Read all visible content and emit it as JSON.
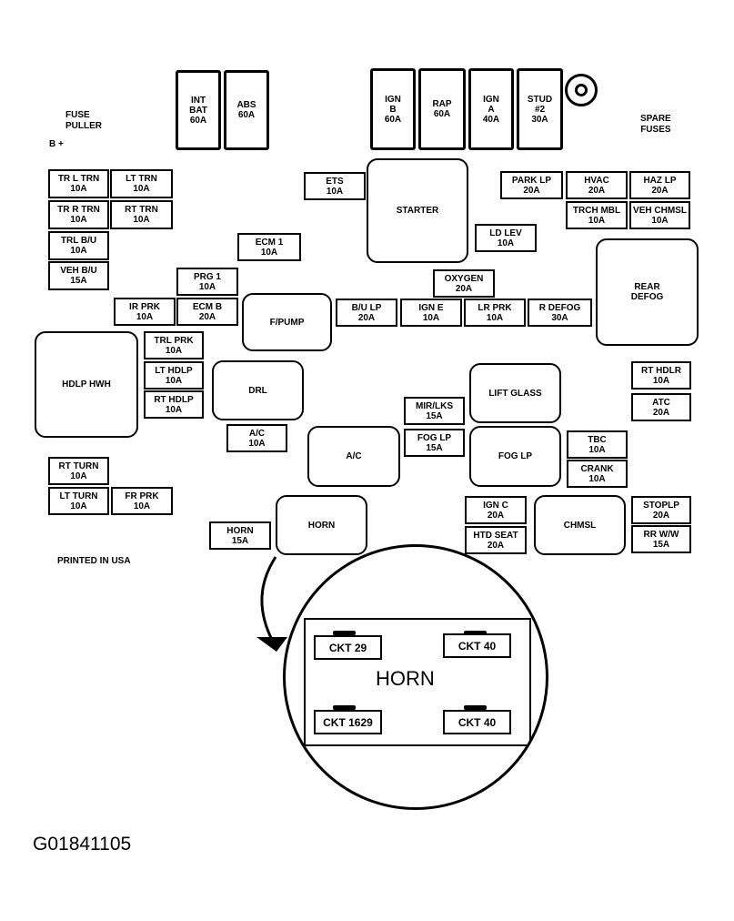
{
  "labels": {
    "fuse_puller": [
      "FUSE",
      "PULLER"
    ],
    "b_plus": "B +",
    "spare_fuses": [
      "SPARE",
      "FUSES"
    ],
    "printed": "PRINTED IN USA",
    "figure_id": "G01841105"
  },
  "maxi_left": [
    {
      "id": "int-bat",
      "lines": [
        "INT",
        "BAT",
        "60A"
      ]
    },
    {
      "id": "abs",
      "lines": [
        "ABS",
        "",
        "60A"
      ]
    }
  ],
  "maxi_right": [
    {
      "id": "ign-b",
      "lines": [
        "IGN",
        "B",
        "60A"
      ]
    },
    {
      "id": "rap",
      "lines": [
        "RAP",
        "",
        "60A"
      ]
    },
    {
      "id": "ign-a",
      "lines": [
        "IGN",
        "A",
        "40A"
      ]
    },
    {
      "id": "stud-2",
      "lines": [
        "STUD",
        "#2",
        "30A"
      ]
    }
  ],
  "fuses": [
    {
      "id": "tr-l-trn",
      "lines": [
        "TR L TRN",
        "10A"
      ]
    },
    {
      "id": "lt-trn",
      "lines": [
        "LT TRN",
        "10A"
      ]
    },
    {
      "id": "tr-r-trn",
      "lines": [
        "TR R TRN",
        "10A"
      ]
    },
    {
      "id": "rt-trn",
      "lines": [
        "RT TRN",
        "10A"
      ]
    },
    {
      "id": "trl-b-u",
      "lines": [
        "TRL B/U",
        "10A"
      ]
    },
    {
      "id": "veh-b-u",
      "lines": [
        "VEH B/U",
        "15A"
      ]
    },
    {
      "id": "eti-s",
      "lines": [
        "ETS",
        "10A"
      ]
    },
    {
      "id": "ecm-1",
      "lines": [
        "ECM 1",
        "10A"
      ]
    },
    {
      "id": "prg-1",
      "lines": [
        "PRG 1",
        "10A"
      ]
    },
    {
      "id": "ir-prk",
      "lines": [
        "IR PRK",
        "10A"
      ]
    },
    {
      "id": "ecm-b",
      "lines": [
        "ECM B",
        "20A"
      ]
    },
    {
      "id": "park-lp",
      "lines": [
        "PARK LP",
        "20A"
      ]
    },
    {
      "id": "hvac",
      "lines": [
        "HVAC",
        "20A"
      ]
    },
    {
      "id": "haz-lp",
      "lines": [
        "HAZ LP",
        "20A"
      ]
    },
    {
      "id": "trch-mbl",
      "lines": [
        "TRCH MBL",
        "10A"
      ]
    },
    {
      "id": "veh-chmsl",
      "lines": [
        "VEH CHMSL",
        "10A"
      ]
    },
    {
      "id": "ld-lev",
      "lines": [
        "LD LEV",
        "10A"
      ]
    },
    {
      "id": "oxygen",
      "lines": [
        "OXYGEN",
        "20A"
      ]
    },
    {
      "id": "b-u-lp",
      "lines": [
        "B/U LP",
        "20A"
      ]
    },
    {
      "id": "ign-e",
      "lines": [
        "IGN E",
        "10A"
      ]
    },
    {
      "id": "lr-prk",
      "lines": [
        "LR PRK",
        "10A"
      ]
    },
    {
      "id": "r-defog",
      "lines": [
        "R DEFOG",
        "30A"
      ]
    },
    {
      "id": "trl-prk",
      "lines": [
        "TRL PRK",
        "10A"
      ]
    },
    {
      "id": "lt-hdlp",
      "lines": [
        "LT HDLP",
        "10A"
      ]
    },
    {
      "id": "rt-hdlp",
      "lines": [
        "RT HDLP",
        "10A"
      ]
    },
    {
      "id": "a-c-fuse",
      "lines": [
        "A/C",
        "10A"
      ]
    },
    {
      "id": "mir-lks",
      "lines": [
        "MIR/LKS",
        "15A"
      ]
    },
    {
      "id": "fog-lp-fuse",
      "lines": [
        "FOG LP",
        "15A"
      ]
    },
    {
      "id": "rt-hdlr",
      "lines": [
        "RT HDLR",
        "10A"
      ]
    },
    {
      "id": "a-tc",
      "lines": [
        "ATC",
        "20A"
      ]
    },
    {
      "id": "tbc",
      "lines": [
        "TBC",
        "10A"
      ]
    },
    {
      "id": "crank",
      "lines": [
        "CRANK",
        "10A"
      ]
    },
    {
      "id": "rt-turn",
      "lines": [
        "RT TURN",
        "10A"
      ]
    },
    {
      "id": "lt-turn",
      "lines": [
        "LT TURN",
        "10A"
      ]
    },
    {
      "id": "fr-prk",
      "lines": [
        "FR PRK",
        "10A"
      ]
    },
    {
      "id": "horn-fuse",
      "lines": [
        "HORN",
        "15A"
      ]
    },
    {
      "id": "ign-c",
      "lines": [
        "IGN C",
        "20A"
      ]
    },
    {
      "id": "htd-seat",
      "lines": [
        "HTD SEAT",
        "20A"
      ]
    },
    {
      "id": "stoplp",
      "lines": [
        "STOPLP",
        "20A"
      ]
    },
    {
      "id": "rr-wiper",
      "lines": [
        "RR W/W",
        "15A"
      ]
    }
  ],
  "relays": [
    {
      "id": "starter",
      "label": "STARTER"
    },
    {
      "id": "rear-defog",
      "lines": [
        "REAR",
        "DEFOG"
      ]
    },
    {
      "id": "f-pump",
      "label": "F/PUMP"
    },
    {
      "id": "hdlp-hwh",
      "label": "HDLP HWH"
    },
    {
      "id": "drl",
      "label": "DRL"
    },
    {
      "id": "lft-glass",
      "label": "LIFT GLASS"
    },
    {
      "id": "a-c-relay",
      "label": "A/C"
    },
    {
      "id": "fog-lp-relay",
      "label": "FOG LP"
    },
    {
      "id": "horn-relay",
      "label": "HORN"
    },
    {
      "id": "chmsl",
      "label": "CHMSL"
    }
  ],
  "detail": {
    "title": "HORN",
    "terminals": [
      "CKT 29",
      "CKT 40",
      "CKT 1629",
      "CKT 40"
    ]
  }
}
